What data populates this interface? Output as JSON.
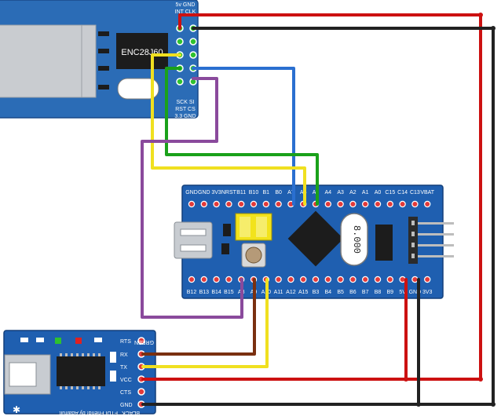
{
  "enc_module": {
    "chip_label": "ENC28J60",
    "top_labels": [
      "5v GND",
      "INT CLK"
    ],
    "bottom_labels": [
      "SCK  SI",
      "RST  CS",
      "3.3  GND"
    ]
  },
  "stm32_board": {
    "top_pins": [
      "GND",
      "GND",
      "3V3",
      "NRST",
      "B11",
      "B10",
      "B1",
      "B0",
      "A7",
      "A6",
      "A5",
      "A4",
      "A3",
      "A2",
      "A1",
      "A0",
      "C15",
      "C14",
      "C13",
      "VBAT"
    ],
    "bottom_pins": [
      "B12",
      "B13",
      "B14",
      "B15",
      "A8",
      "A9",
      "A10",
      "A11",
      "A12",
      "A15",
      "B3",
      "B4",
      "B5",
      "B6",
      "B7",
      "B8",
      "B9",
      "5V",
      "GND",
      "3V3"
    ],
    "crystal_label": "8.000"
  },
  "ftdi": {
    "pins": [
      "RTS",
      "RX",
      "TX",
      "VCC",
      "CTS",
      "GND"
    ],
    "corner_label": "GREEN",
    "black_label": "BLACK",
    "brand": "FTDI Friend! by Adafruit"
  },
  "colors": {
    "board_blue": "#1f5fb0",
    "enc_blue": "#2b6cb6",
    "wire_red": "#cc1111",
    "wire_black": "#222222",
    "wire_yellow": "#f0e020",
    "wire_green": "#1aa11a",
    "wire_blue": "#2a6fd0",
    "wire_purple": "#8a4a9c",
    "wire_brown": "#7a3010"
  }
}
